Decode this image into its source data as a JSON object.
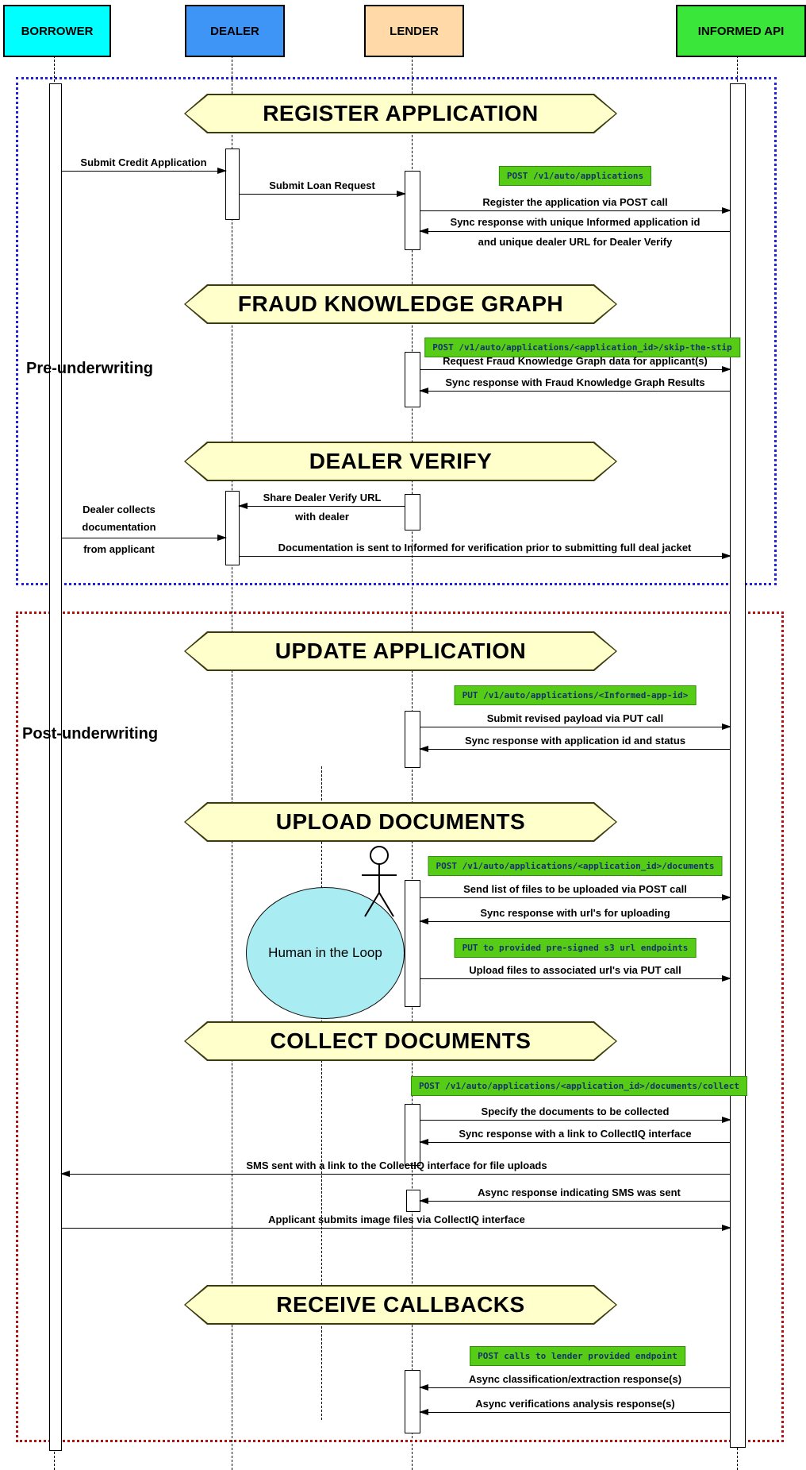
{
  "actors": [
    {
      "label": "BORROWER",
      "color": "#00ffff"
    },
    {
      "label": "DEALER",
      "color": "#3e95f5"
    },
    {
      "label": "LENDER",
      "color": "#ffd9a8"
    },
    {
      "label": "INFORMED API",
      "color": "#39e639"
    }
  ],
  "phases": [
    {
      "label": "Pre-underwriting",
      "border_color": "#2020dd"
    },
    {
      "label": "Post-underwriting",
      "border_color": "#b01111"
    }
  ],
  "banners": [
    {
      "label": "REGISTER APPLICATION"
    },
    {
      "label": "FRAUD KNOWLEDGE GRAPH"
    },
    {
      "label": "DEALER VERIFY"
    },
    {
      "label": "UPDATE APPLICATION"
    },
    {
      "label": "UPLOAD DOCUMENTS"
    },
    {
      "label": "COLLECT DOCUMENTS"
    },
    {
      "label": "RECEIVE CALLBACKS"
    }
  ],
  "api_labels": [
    {
      "label": "POST /v1/auto/applications"
    },
    {
      "label": "POST /v1/auto/applications/<application_id>/skip-the-stip"
    },
    {
      "label": "PUT /v1/auto/applications/<Informed-app-id>"
    },
    {
      "label": "POST /v1/auto/applications/<application_id>/documents"
    },
    {
      "label": "PUT to provided pre-signed s3 url endpoints"
    },
    {
      "label": "POST /v1/auto/applications/<application_id>/documents/collect"
    },
    {
      "label": "POST calls to lender provided endpoint"
    }
  ],
  "messages": {
    "submit_credit": {
      "label": "Submit Credit Application"
    },
    "submit_loan": {
      "label": "Submit Loan Request"
    },
    "register_app": {
      "label": "Register the application via POST call"
    },
    "register_sync": {
      "label": "Sync response with unique Informed application id",
      "label2": "and unique dealer URL for Dealer Verify"
    },
    "fkg_request": {
      "label": "Request Fraud Knowledge Graph data for applicant(s)"
    },
    "fkg_sync": {
      "label": "Sync response with Fraud Knowledge Graph Results"
    },
    "share_url": {
      "label": "Share Dealer Verify URL",
      "label2": "with dealer"
    },
    "dealer_collects": {
      "line1": "Dealer collects",
      "line2": "documentation",
      "line3": "from applicant"
    },
    "doc_sent": {
      "label": "Documentation is sent to Informed for verification prior to submitting full deal jacket"
    },
    "put_payload": {
      "label": "Submit revised payload via PUT call"
    },
    "put_sync": {
      "label": "Sync response with application id and status"
    },
    "send_list": {
      "label": "Send list of files to be uploaded via POST call"
    },
    "url_sync": {
      "label": "Sync response with url's for uploading"
    },
    "upload_files": {
      "label": "Upload files to associated url's via PUT call"
    },
    "specify_docs": {
      "label": "Specify the documents to be collected"
    },
    "collect_sync": {
      "label": "Sync response with a link to CollectIQ interface"
    },
    "sms_sent": {
      "label": "SMS sent with a link to the CollectIQ interface for file uploads"
    },
    "sms_async": {
      "label": "Async response indicating SMS was sent"
    },
    "applicant_submits": {
      "label": "Applicant submits image files via CollectIQ interface"
    },
    "async_classification": {
      "label": "Async classification/extraction response(s)"
    },
    "async_verifications": {
      "label": "Async verifications analysis response(s)"
    }
  },
  "hitl": {
    "label": "Human in the Loop",
    "fill": "#a9ecf2"
  },
  "style": {
    "banner_fill": "#ffffcc",
    "api_label_bg": "#57cc16",
    "api_label_text": "#15326e"
  }
}
